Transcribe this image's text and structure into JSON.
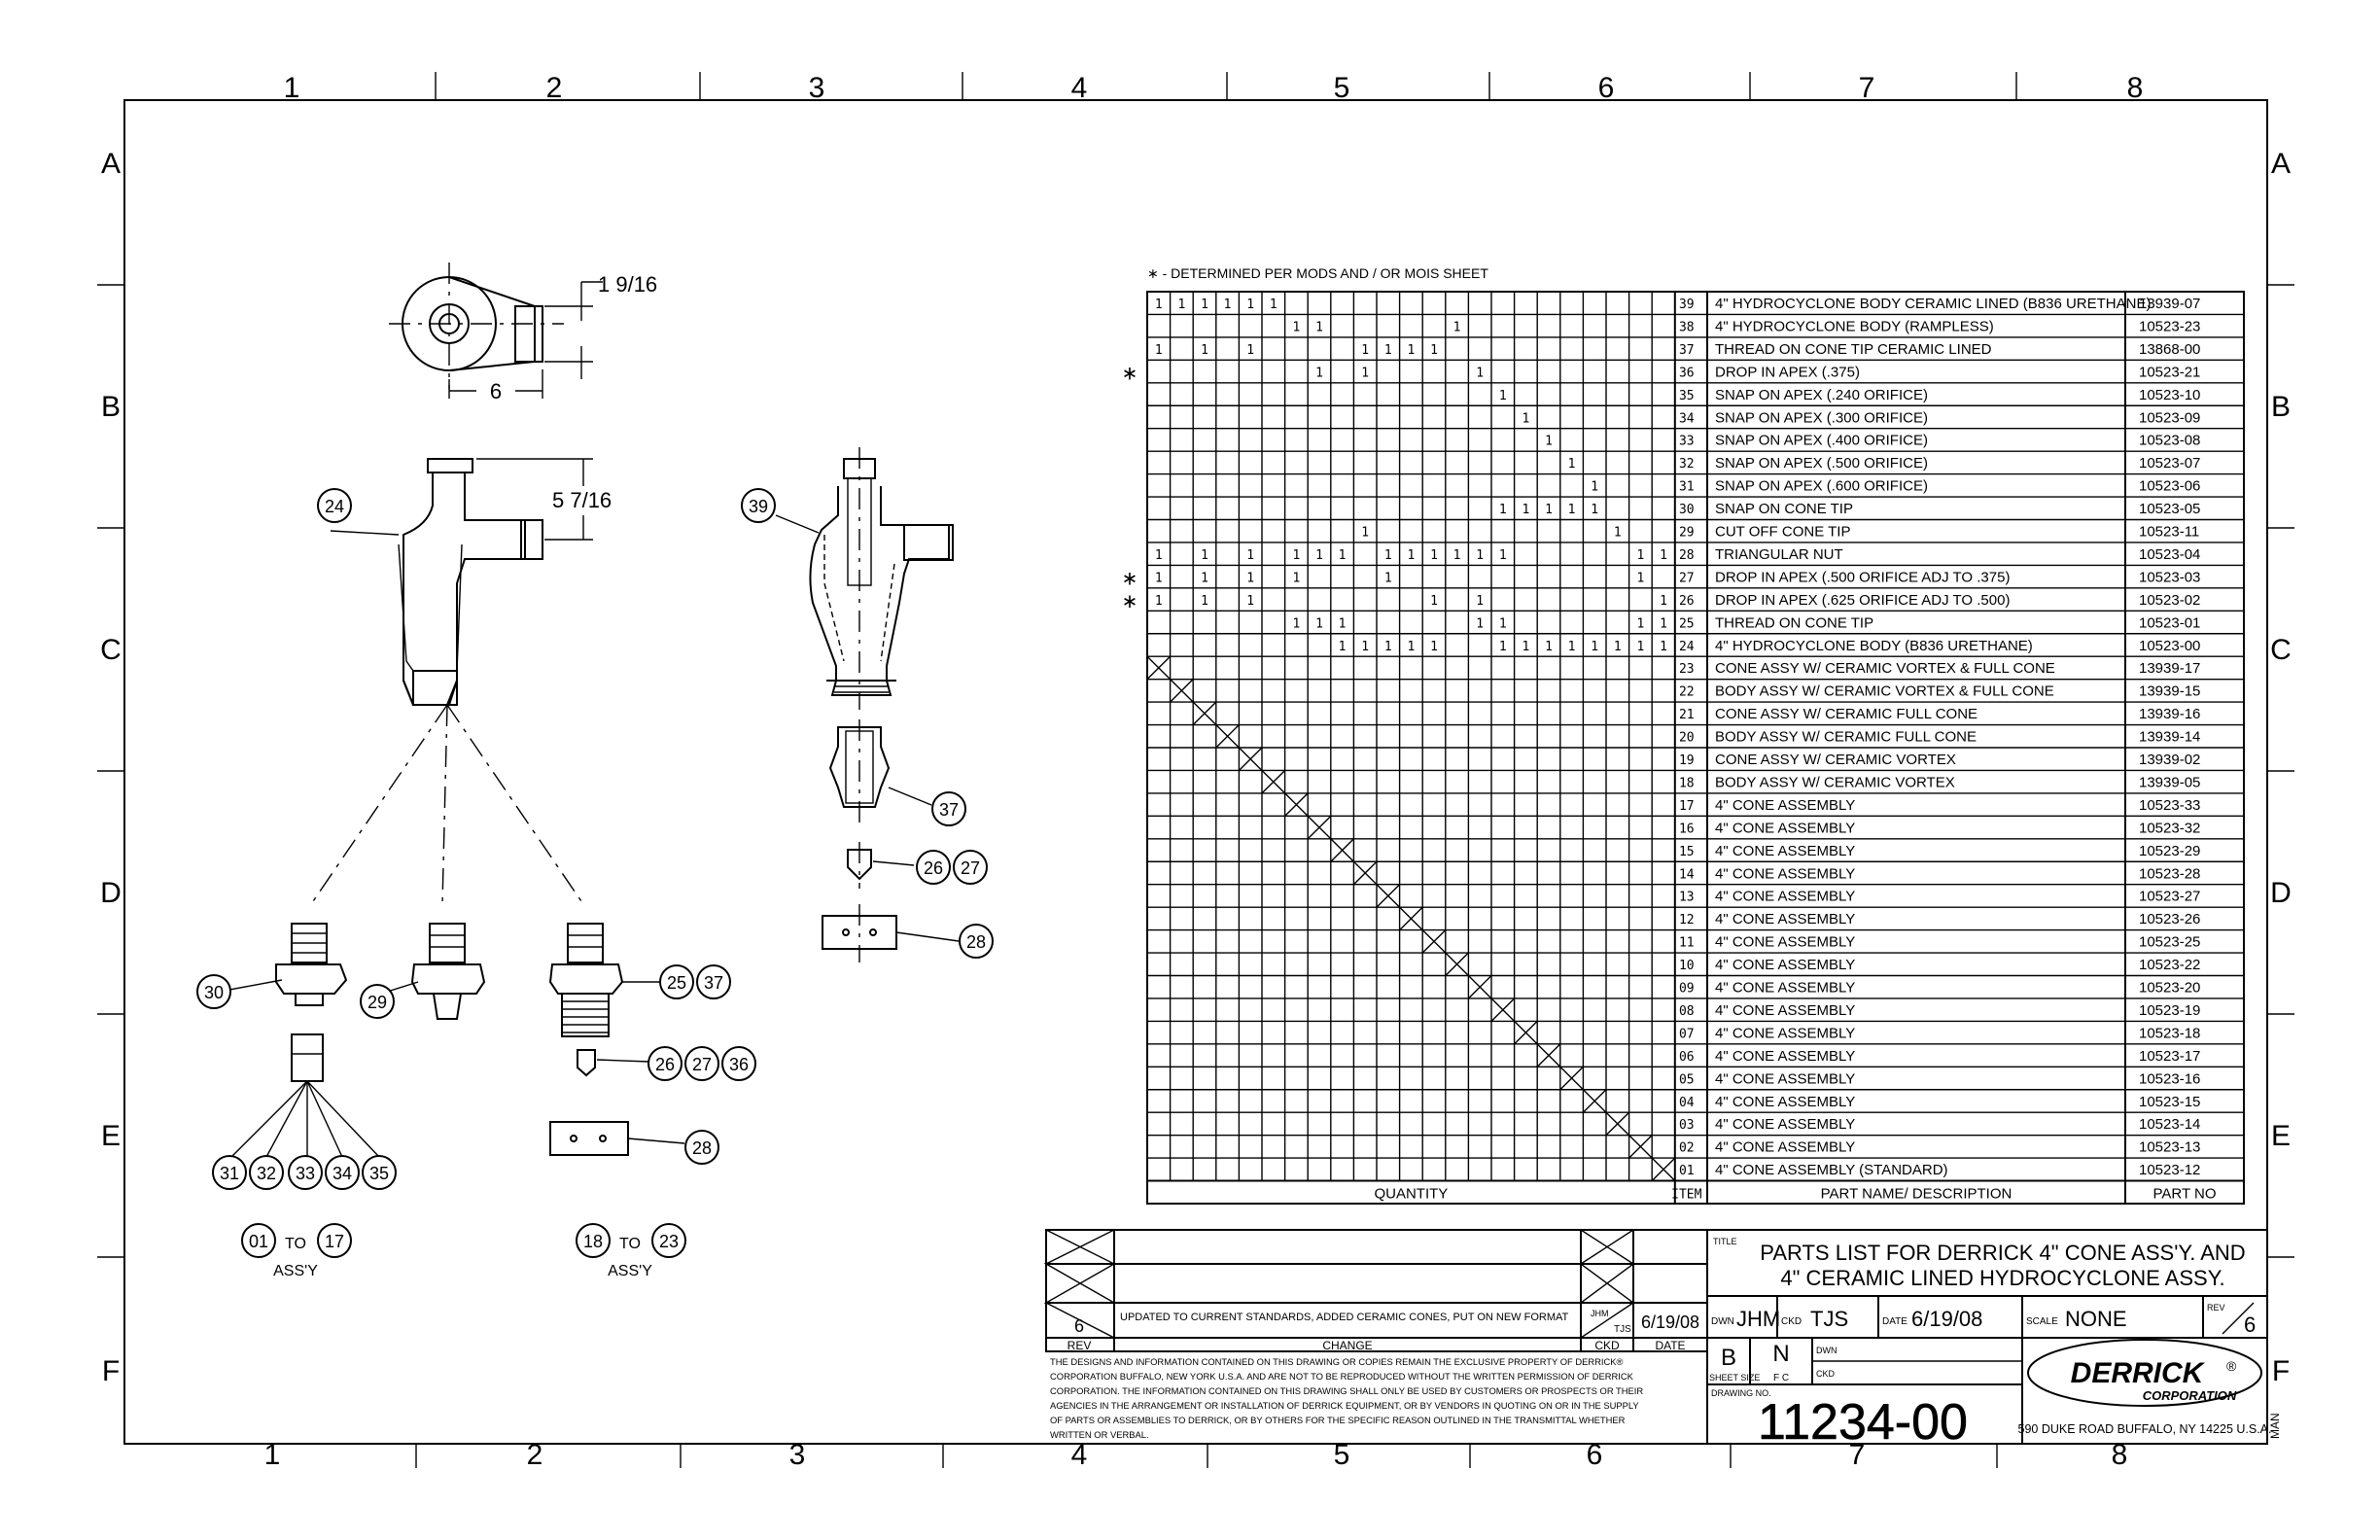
{
  "border": {
    "cols_top": [
      "1",
      "2",
      "3",
      "4",
      "5",
      "6",
      "7",
      "8"
    ],
    "cols_bottom": [
      "1",
      "2",
      "3",
      "4",
      "5",
      "6",
      "7",
      "8"
    ],
    "rows": [
      "A",
      "B",
      "C",
      "D",
      "E",
      "F"
    ]
  },
  "note": "∗  - DETERMINED PER MODS AND / OR MOIS SHEET",
  "dims": {
    "top_w": "6",
    "top_h": "1 9/16",
    "body_h": "5 7/16"
  },
  "balloons": {
    "b24": "24",
    "b39": "39",
    "b37": "37",
    "b26": "26",
    "b27": "27",
    "b28": "28",
    "b30": "30",
    "b29": "29",
    "b25": "25",
    "b37b": "37",
    "b26b": "26",
    "b27b": "27",
    "b36b": "36",
    "b28b": "28",
    "b31": "31",
    "b32": "32",
    "b33": "33",
    "b34": "34",
    "b35": "35",
    "g1a": "01",
    "g1b": "17",
    "g2a": "18",
    "g2b": "23"
  },
  "group_labels": {
    "to": "TO",
    "assy": "ASS'Y"
  },
  "parts": [
    {
      "item": "39",
      "name": "4\" HYDROCYCLONE BODY CERAMIC LINED (B836 URETHANE)",
      "part": "13939-07",
      "star": false,
      "q": [
        1,
        1,
        1,
        1,
        1,
        1,
        0,
        0,
        0,
        0,
        0,
        0,
        0,
        0,
        0,
        0,
        0,
        0,
        0,
        0,
        0,
        0,
        0
      ]
    },
    {
      "item": "38",
      "name": "4\" HYDROCYCLONE BODY (RAMPLESS)",
      "part": "10523-23",
      "star": false,
      "q": [
        0,
        0,
        0,
        0,
        0,
        0,
        1,
        1,
        0,
        0,
        0,
        0,
        0,
        1,
        0,
        0,
        0,
        0,
        0,
        0,
        0,
        0,
        0
      ]
    },
    {
      "item": "37",
      "name": "THREAD ON CONE TIP CERAMIC LINED",
      "part": "13868-00",
      "star": false,
      "q": [
        1,
        0,
        1,
        0,
        1,
        0,
        0,
        0,
        0,
        1,
        1,
        1,
        1,
        0,
        0,
        0,
        0,
        0,
        0,
        0,
        0,
        0,
        0
      ]
    },
    {
      "item": "36",
      "name": "DROP IN APEX (.375)",
      "part": "10523-21",
      "star": true,
      "q": [
        0,
        0,
        0,
        0,
        0,
        0,
        0,
        1,
        0,
        1,
        0,
        0,
        0,
        0,
        1,
        0,
        0,
        0,
        0,
        0,
        0,
        0,
        0
      ]
    },
    {
      "item": "35",
      "name": "SNAP ON APEX (.240 ORIFICE)",
      "part": "10523-10",
      "star": false,
      "q": [
        0,
        0,
        0,
        0,
        0,
        0,
        0,
        0,
        0,
        0,
        0,
        0,
        0,
        0,
        0,
        1,
        0,
        0,
        0,
        0,
        0,
        0,
        0
      ]
    },
    {
      "item": "34",
      "name": "SNAP ON APEX (.300 ORIFICE)",
      "part": "10523-09",
      "star": false,
      "q": [
        0,
        0,
        0,
        0,
        0,
        0,
        0,
        0,
        0,
        0,
        0,
        0,
        0,
        0,
        0,
        0,
        1,
        0,
        0,
        0,
        0,
        0,
        0
      ]
    },
    {
      "item": "33",
      "name": "SNAP ON APEX (.400 ORIFICE)",
      "part": "10523-08",
      "star": false,
      "q": [
        0,
        0,
        0,
        0,
        0,
        0,
        0,
        0,
        0,
        0,
        0,
        0,
        0,
        0,
        0,
        0,
        0,
        1,
        0,
        0,
        0,
        0,
        0
      ]
    },
    {
      "item": "32",
      "name": "SNAP ON APEX (.500 ORIFICE)",
      "part": "10523-07",
      "star": false,
      "q": [
        0,
        0,
        0,
        0,
        0,
        0,
        0,
        0,
        0,
        0,
        0,
        0,
        0,
        0,
        0,
        0,
        0,
        0,
        1,
        0,
        0,
        0,
        0
      ]
    },
    {
      "item": "31",
      "name": "SNAP ON APEX (.600 ORIFICE)",
      "part": "10523-06",
      "star": false,
      "q": [
        0,
        0,
        0,
        0,
        0,
        0,
        0,
        0,
        0,
        0,
        0,
        0,
        0,
        0,
        0,
        0,
        0,
        0,
        0,
        1,
        0,
        0,
        0
      ]
    },
    {
      "item": "30",
      "name": "SNAP ON CONE TIP",
      "part": "10523-05",
      "star": false,
      "q": [
        0,
        0,
        0,
        0,
        0,
        0,
        0,
        0,
        0,
        0,
        0,
        0,
        0,
        0,
        0,
        1,
        1,
        1,
        1,
        1,
        0,
        0,
        0
      ]
    },
    {
      "item": "29",
      "name": "CUT OFF CONE TIP",
      "part": "10523-11",
      "star": false,
      "q": [
        0,
        0,
        0,
        0,
        0,
        0,
        0,
        0,
        0,
        1,
        0,
        0,
        0,
        0,
        0,
        0,
        0,
        0,
        0,
        0,
        1,
        0,
        0
      ]
    },
    {
      "item": "28",
      "name": "TRIANGULAR NUT",
      "part": "10523-04",
      "star": false,
      "q": [
        1,
        0,
        1,
        0,
        1,
        0,
        1,
        1,
        1,
        0,
        1,
        1,
        1,
        1,
        1,
        1,
        0,
        0,
        0,
        0,
        0,
        1,
        1
      ]
    },
    {
      "item": "27",
      "name": "DROP IN APEX (.500 ORIFICE ADJ TO .375)",
      "part": "10523-03",
      "star": true,
      "q": [
        1,
        0,
        1,
        0,
        1,
        0,
        1,
        0,
        0,
        0,
        1,
        0,
        0,
        0,
        0,
        0,
        0,
        0,
        0,
        0,
        0,
        1,
        0
      ]
    },
    {
      "item": "26",
      "name": "DROP IN APEX (.625 ORIFICE ADJ TO .500)",
      "part": "10523-02",
      "star": true,
      "q": [
        1,
        0,
        1,
        0,
        1,
        0,
        0,
        0,
        0,
        0,
        0,
        0,
        1,
        0,
        1,
        0,
        0,
        0,
        0,
        0,
        0,
        0,
        1
      ]
    },
    {
      "item": "25",
      "name": "THREAD ON CONE TIP",
      "part": "10523-01",
      "star": false,
      "q": [
        0,
        0,
        0,
        0,
        0,
        0,
        1,
        1,
        1,
        0,
        0,
        0,
        0,
        0,
        1,
        1,
        0,
        0,
        0,
        0,
        0,
        1,
        1
      ]
    },
    {
      "item": "24",
      "name": "4\" HYDROCYCLONE BODY (B836 URETHANE)",
      "part": "10523-00",
      "star": false,
      "q": [
        0,
        0,
        0,
        0,
        0,
        0,
        0,
        0,
        1,
        1,
        1,
        1,
        1,
        0,
        0,
        1,
        1,
        1,
        1,
        1,
        1,
        1,
        1
      ]
    },
    {
      "item": "23",
      "name": "CONE ASSY W/ CERAMIC VORTEX & FULL CONE",
      "part": "13939-17",
      "star": false
    },
    {
      "item": "22",
      "name": "BODY ASSY W/ CERAMIC VORTEX & FULL CONE",
      "part": "13939-15",
      "star": false
    },
    {
      "item": "21",
      "name": "CONE ASSY W/ CERAMIC FULL CONE",
      "part": "13939-16",
      "star": false
    },
    {
      "item": "20",
      "name": "BODY ASSY W/ CERAMIC FULL CONE",
      "part": "13939-14",
      "star": false
    },
    {
      "item": "19",
      "name": "CONE ASSY W/ CERAMIC VORTEX",
      "part": "13939-02",
      "star": false
    },
    {
      "item": "18",
      "name": "BODY ASSY W/ CERAMIC VORTEX",
      "part": "13939-05",
      "star": false
    },
    {
      "item": "17",
      "name": "4\" CONE ASSEMBLY",
      "part": "10523-33",
      "star": false
    },
    {
      "item": "16",
      "name": "4\" CONE ASSEMBLY",
      "part": "10523-32",
      "star": false
    },
    {
      "item": "15",
      "name": "4\" CONE ASSEMBLY",
      "part": "10523-29",
      "star": false
    },
    {
      "item": "14",
      "name": "4\" CONE ASSEMBLY",
      "part": "10523-28",
      "star": false
    },
    {
      "item": "13",
      "name": "4\" CONE ASSEMBLY",
      "part": "10523-27",
      "star": false
    },
    {
      "item": "12",
      "name": "4\" CONE ASSEMBLY",
      "part": "10523-26",
      "star": false
    },
    {
      "item": "11",
      "name": "4\" CONE ASSEMBLY",
      "part": "10523-25",
      "star": false
    },
    {
      "item": "10",
      "name": "4\" CONE ASSEMBLY",
      "part": "10523-22",
      "star": false
    },
    {
      "item": "09",
      "name": "4\" CONE ASSEMBLY",
      "part": "10523-20",
      "star": false
    },
    {
      "item": "08",
      "name": "4\" CONE ASSEMBLY",
      "part": "10523-19",
      "star": false
    },
    {
      "item": "07",
      "name": "4\" CONE ASSEMBLY",
      "part": "10523-18",
      "star": false
    },
    {
      "item": "06",
      "name": "4\" CONE ASSEMBLY",
      "part": "10523-17",
      "star": false
    },
    {
      "item": "05",
      "name": "4\" CONE ASSEMBLY",
      "part": "10523-16",
      "star": false
    },
    {
      "item": "04",
      "name": "4\" CONE ASSEMBLY",
      "part": "10523-15",
      "star": false
    },
    {
      "item": "03",
      "name": "4\" CONE ASSEMBLY",
      "part": "10523-14",
      "star": false
    },
    {
      "item": "02",
      "name": "4\" CONE ASSEMBLY",
      "part": "10523-13",
      "star": false
    },
    {
      "item": "01",
      "name": "4\" CONE ASSEMBLY (STANDARD)",
      "part": "10523-12",
      "star": false
    }
  ],
  "table_footer": {
    "quantity": "QUANTITY",
    "item": "ITEM",
    "name": "PART NAME/ DESCRIPTION",
    "part": "PART NO"
  },
  "title_block": {
    "title_tag": "TITLE",
    "title_line1": "PARTS LIST FOR DERRICK 4\" CONE ASS'Y. AND",
    "title_line2": "4\" CERAMIC LINED HYDROCYCLONE ASSY.",
    "dwn_label": "DWN",
    "dwn": "JHM",
    "ckd_label": "CKD",
    "ckd": "TJS",
    "date_label": "DATE",
    "date": "6/19/08",
    "scale_label": "SCALE",
    "scale": "NONE",
    "rev_label": "REV",
    "rev": "6",
    "sheet_size": "B",
    "sheet_size_label": "SHEET SIZE",
    "n": "N",
    "fc": "F C",
    "dwn2": "DWN",
    "ckd2": "CKD",
    "drawing_no_label": "DRAWING NO.",
    "drawing_no": "11234-00",
    "company": "DERRICK",
    "company_sub": "CORPORATION",
    "address": "590 DUKE ROAD BUFFALO, NY 14225 U.S.A.",
    "man": "MAN"
  },
  "revision": {
    "rev": "6",
    "change": "UPDATED TO CURRENT STANDARDS, ADDED CERAMIC CONES, PUT ON NEW FORMAT",
    "by": "JHM",
    "ckd": "TJS",
    "date": "6/19/08",
    "hdr_rev": "REV",
    "hdr_change": "CHANGE",
    "hdr_ckd": "CKD",
    "hdr_date": "DATE"
  },
  "disclaimer": [
    "THE DESIGNS AND INFORMATION CONTAINED ON THIS DRAWING OR COPIES REMAIN THE EXCLUSIVE PROPERTY OF DERRICK®",
    "CORPORATION BUFFALO, NEW YORK U.S.A. AND ARE NOT TO BE REPRODUCED WITHOUT THE WRITTEN PERMISSION OF DERRICK",
    "CORPORATION. THE INFORMATION CONTAINED ON THIS DRAWING SHALL ONLY BE USED BY CUSTOMERS OR PROSPECTS OR THEIR",
    "AGENCIES IN THE ARRANGEMENT OR INSTALLATION OF DERRICK EQUIPMENT, OR BY VENDORS IN QUOTING ON OR IN THE SUPPLY",
    "OF PARTS OR ASSEMBLIES TO DERRICK, OR BY OTHERS FOR THE SPECIFIC REASON OUTLINED IN THE TRANSMITTAL WHETHER",
    "WRITTEN OR VERBAL."
  ]
}
